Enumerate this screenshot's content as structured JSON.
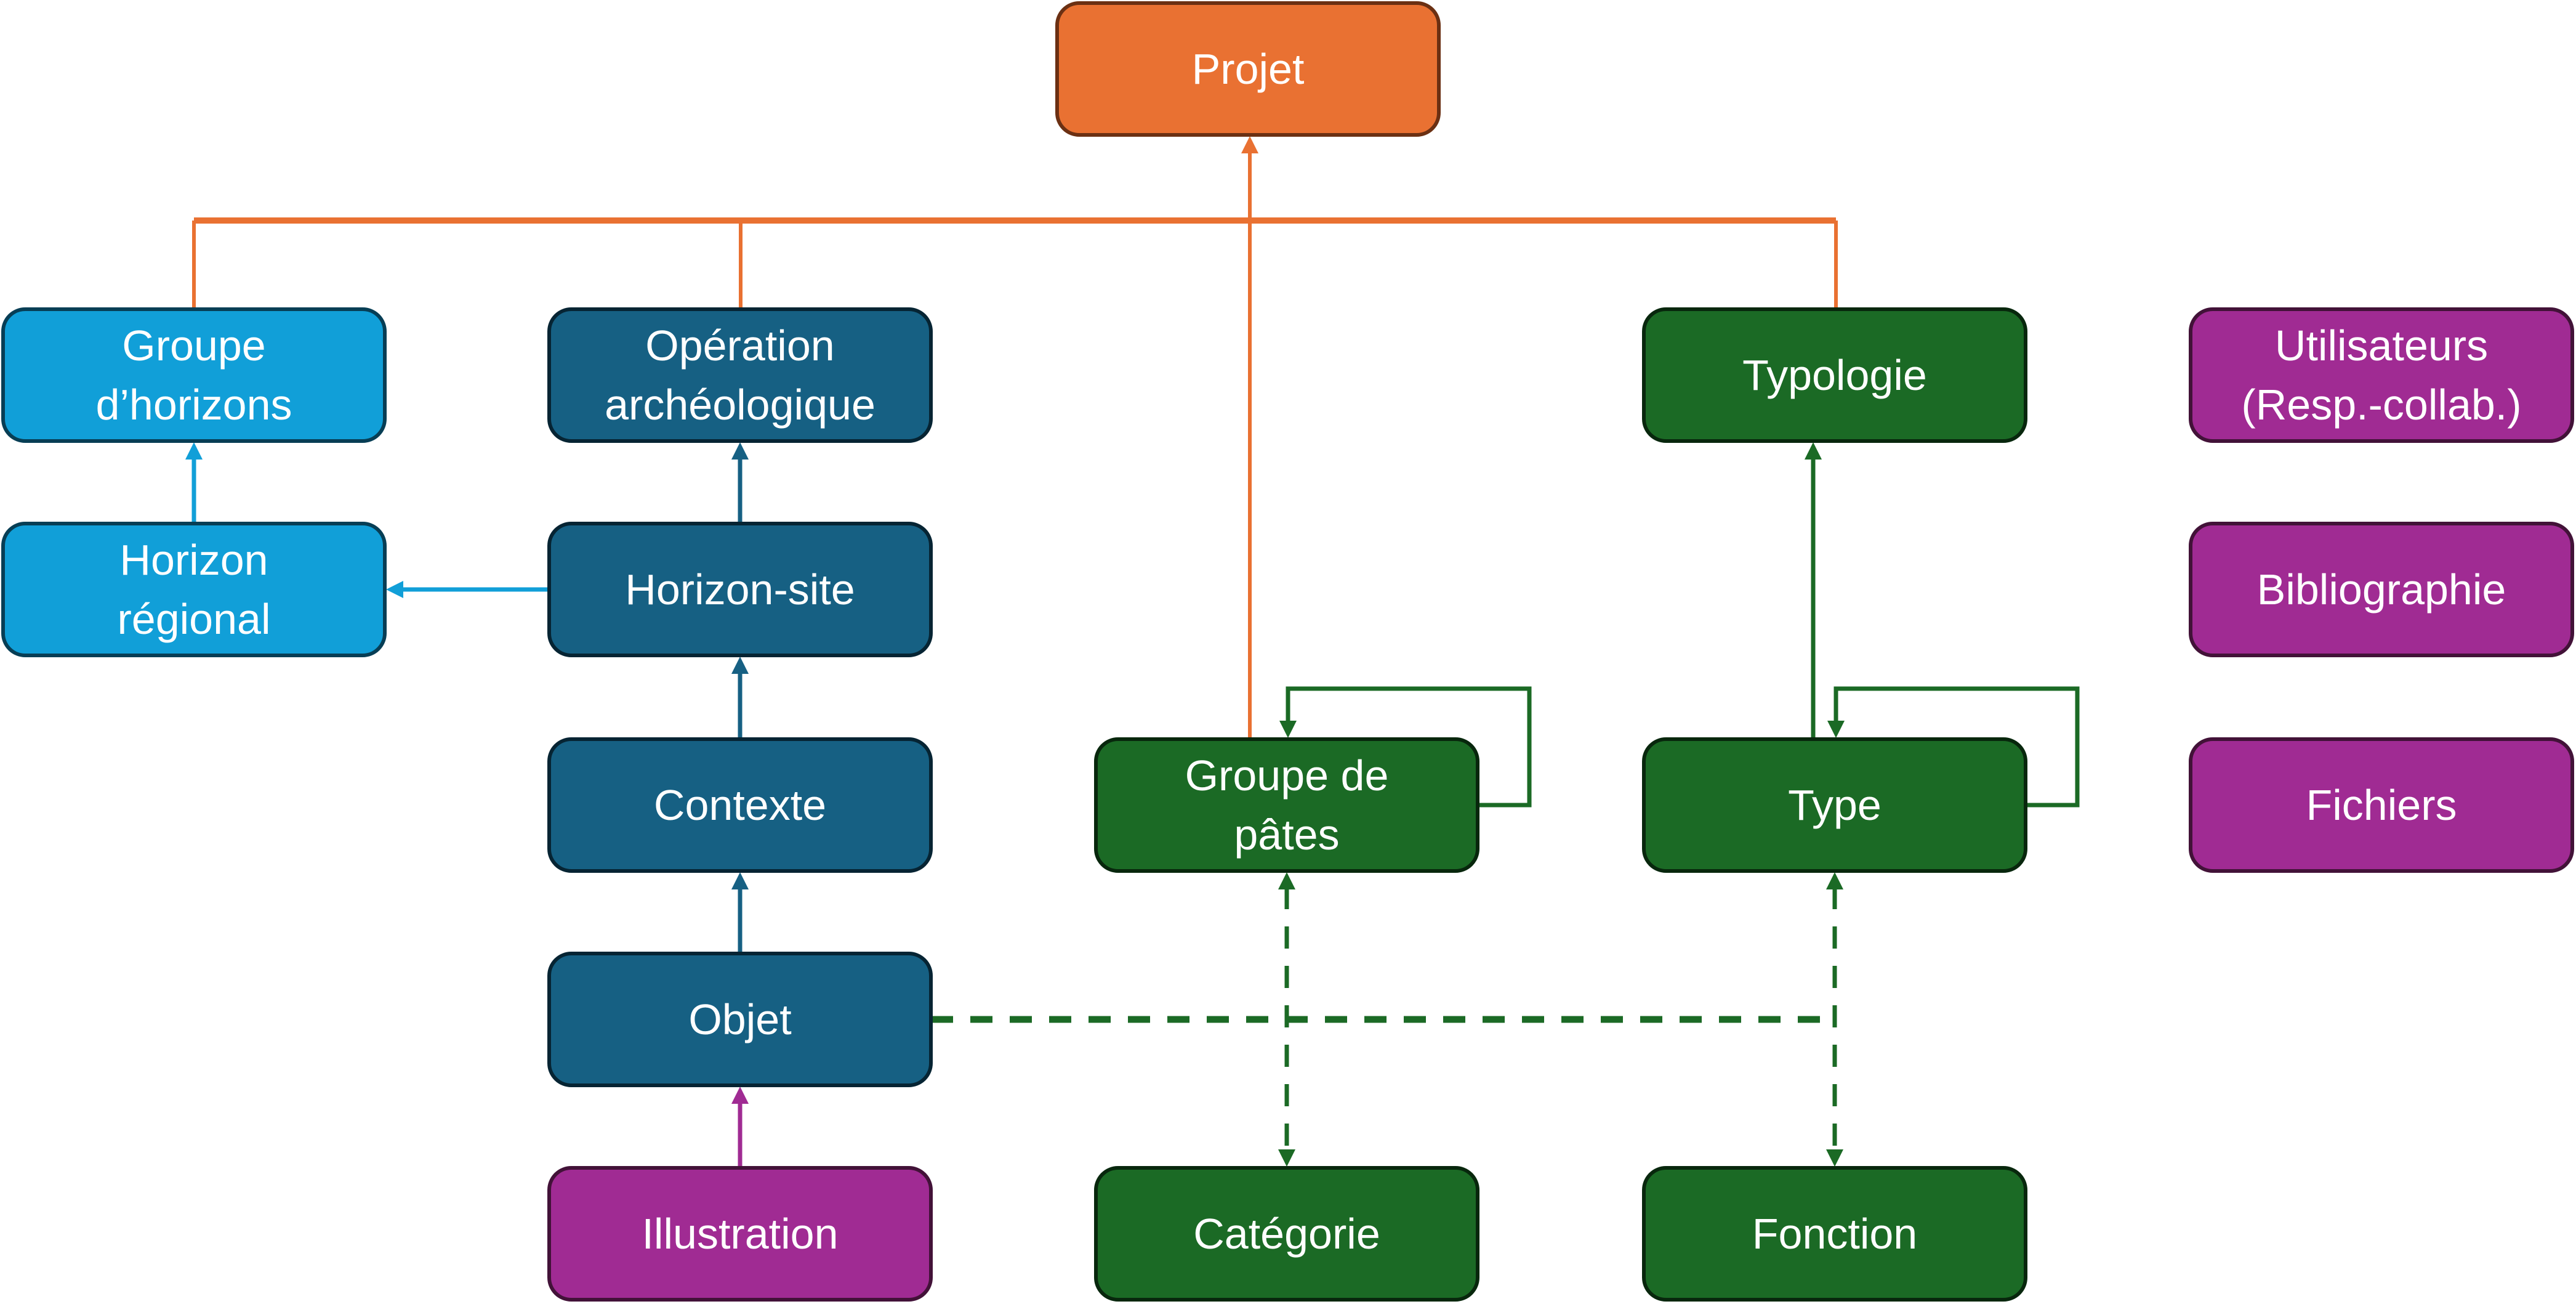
{
  "title": "Projet structure diagram",
  "colors": {
    "orange": "#E97132",
    "orange_border": "#6B3013",
    "light_blue": "#119FD8",
    "light_blue_border": "#073E55",
    "dark_blue": "#166083",
    "dark_blue_border": "#062433",
    "green": "#1B6A25",
    "green_border": "#08270D",
    "purple": "#A02B93",
    "purple_border": "#421238"
  },
  "nodes": [
    {
      "id": "projet",
      "lines": [
        "Projet"
      ],
      "color": "orange"
    },
    {
      "id": "groupe-horizons",
      "lines": [
        "Groupe",
        "d’horizons"
      ],
      "color": "light_blue"
    },
    {
      "id": "operation",
      "lines": [
        "Opération",
        "archéologique"
      ],
      "color": "dark_blue"
    },
    {
      "id": "typologie",
      "lines": [
        "Typologie"
      ],
      "color": "green"
    },
    {
      "id": "utilisateurs",
      "lines": [
        "Utilisateurs",
        "(Resp.-collab.)"
      ],
      "color": "purple"
    },
    {
      "id": "horizon-regional",
      "lines": [
        "Horizon",
        "régional"
      ],
      "color": "light_blue"
    },
    {
      "id": "horizon-site",
      "lines": [
        "Horizon-site"
      ],
      "color": "dark_blue"
    },
    {
      "id": "bibliographie",
      "lines": [
        "Bibliographie"
      ],
      "color": "purple"
    },
    {
      "id": "contexte",
      "lines": [
        "Contexte"
      ],
      "color": "dark_blue"
    },
    {
      "id": "groupe-pates",
      "lines": [
        "Groupe de",
        "pâtes"
      ],
      "color": "green"
    },
    {
      "id": "type",
      "lines": [
        "Type"
      ],
      "color": "green"
    },
    {
      "id": "fichiers",
      "lines": [
        "Fichiers"
      ],
      "color": "purple"
    },
    {
      "id": "objet",
      "lines": [
        "Objet"
      ],
      "color": "dark_blue"
    },
    {
      "id": "illustration",
      "lines": [
        "Illustration"
      ],
      "color": "purple"
    },
    {
      "id": "categorie",
      "lines": [
        "Catégorie"
      ],
      "color": "green"
    },
    {
      "id": "fonction",
      "lines": [
        "Fonction"
      ],
      "color": "green"
    }
  ],
  "edges": [
    {
      "from": "groupe-horizons",
      "to": "projet",
      "color": "orange",
      "style": "solid",
      "kind": "tree"
    },
    {
      "from": "operation",
      "to": "projet",
      "color": "orange",
      "style": "solid",
      "kind": "tree"
    },
    {
      "from": "groupe-pates",
      "to": "projet",
      "color": "orange",
      "style": "solid",
      "kind": "arrow"
    },
    {
      "from": "typologie",
      "to": "projet",
      "color": "orange",
      "style": "solid",
      "kind": "tree"
    },
    {
      "from": "horizon-regional",
      "to": "groupe-horizons",
      "color": "light_blue",
      "style": "solid",
      "kind": "arrow"
    },
    {
      "from": "horizon-site",
      "to": "horizon-regional",
      "color": "light_blue",
      "style": "solid",
      "kind": "arrow"
    },
    {
      "from": "horizon-site",
      "to": "operation",
      "color": "dark_blue",
      "style": "solid",
      "kind": "arrow"
    },
    {
      "from": "contexte",
      "to": "horizon-site",
      "color": "dark_blue",
      "style": "solid",
      "kind": "arrow"
    },
    {
      "from": "objet",
      "to": "contexte",
      "color": "dark_blue",
      "style": "solid",
      "kind": "arrow"
    },
    {
      "from": "illustration",
      "to": "objet",
      "color": "purple",
      "style": "solid",
      "kind": "arrow"
    },
    {
      "from": "type",
      "to": "typologie",
      "color": "green",
      "style": "solid",
      "kind": "arrow"
    },
    {
      "from": "groupe-pates",
      "to": "groupe-pates",
      "color": "green",
      "style": "solid",
      "kind": "self-loop"
    },
    {
      "from": "type",
      "to": "type",
      "color": "green",
      "style": "solid",
      "kind": "self-loop"
    },
    {
      "from": "objet",
      "to": "groupe-pates",
      "color": "green",
      "style": "dashed",
      "kind": "bidirectional"
    },
    {
      "from": "objet",
      "to": "categorie",
      "color": "green",
      "style": "dashed",
      "kind": "bidirectional"
    },
    {
      "from": "objet",
      "to": "type",
      "color": "green",
      "style": "dashed",
      "kind": "bidirectional"
    },
    {
      "from": "objet",
      "to": "fonction",
      "color": "green",
      "style": "dashed",
      "kind": "bidirectional"
    }
  ]
}
